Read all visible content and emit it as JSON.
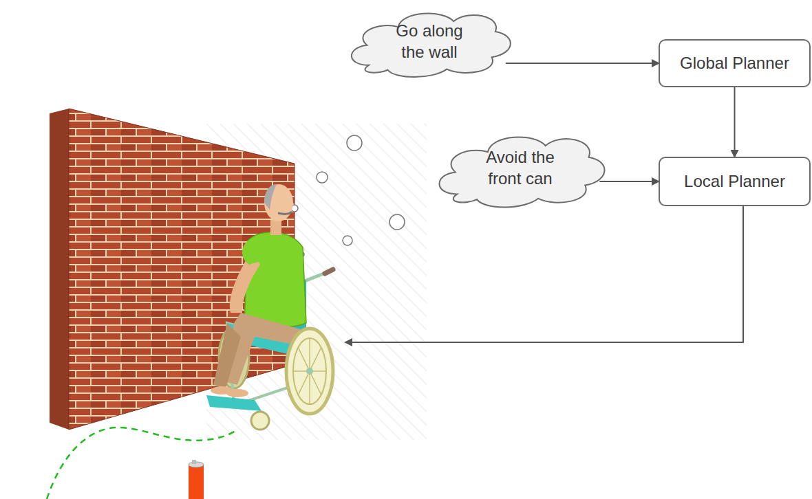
{
  "diagram": {
    "nodes": [
      {
        "text": [
          "Go along the wall"
        ]
      },
      {
        "text": [
          "Global Planner"
        ]
      },
      {
        "text": [
          "Avoid the front can"
        ]
      },
      {
        "text": [
          "Local Planner"
        ]
      }
    ],
    "edges": [
      {
        "from": 0,
        "to": 1,
        "arrow": "to"
      },
      {
        "from": 1,
        "to": 3,
        "arrow": "to"
      },
      {
        "from": 2,
        "to": 3,
        "arrow": "to"
      }
    ]
  }
}
